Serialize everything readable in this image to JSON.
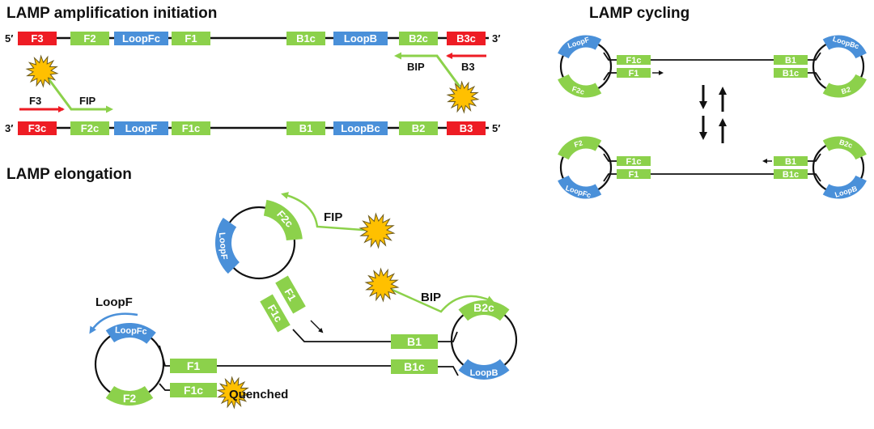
{
  "colors": {
    "red": "#ee1c24",
    "green": "#8cd14b",
    "blue": "#4a90d9",
    "star": "#ffc000",
    "star_stroke": "#6b5a1e",
    "strand": "#111111"
  },
  "panels": {
    "initiation": {
      "title": "LAMP amplification initiation",
      "top_strand": {
        "end_left": "5′",
        "end_right": "3′",
        "regions": [
          {
            "label": "F3",
            "type": "red"
          },
          {
            "label": "F2",
            "type": "green"
          },
          {
            "label": "LoopFc",
            "type": "blue"
          },
          {
            "label": "F1",
            "type": "green"
          },
          {
            "label": "B1c",
            "type": "green"
          },
          {
            "label": "LoopB",
            "type": "blue"
          },
          {
            "label": "B2c",
            "type": "green"
          },
          {
            "label": "B3c",
            "type": "red"
          }
        ]
      },
      "bottom_strand": {
        "end_left": "3′",
        "end_right": "5′",
        "regions": [
          {
            "label": "F3c",
            "type": "red"
          },
          {
            "label": "F2c",
            "type": "green"
          },
          {
            "label": "LoopF",
            "type": "blue"
          },
          {
            "label": "F1c",
            "type": "green"
          },
          {
            "label": "B1",
            "type": "green"
          },
          {
            "label": "LoopBc",
            "type": "blue"
          },
          {
            "label": "B2",
            "type": "green"
          },
          {
            "label": "B3",
            "type": "red"
          }
        ]
      },
      "primers": {
        "f3": "F3",
        "fip": "FIP",
        "bip": "BIP",
        "b3": "B3"
      }
    },
    "cycling": {
      "title": "LAMP cycling",
      "top": {
        "left_loop": {
          "top": "LoopF",
          "bottom": "F2c"
        },
        "left_stem": {
          "upper": "F1c",
          "lower": "F1"
        },
        "right_stem": {
          "upper": "B1",
          "lower": "B1c"
        },
        "right_loop": {
          "top": "LoopBc",
          "bottom": "B2"
        }
      },
      "bottom": {
        "left_loop": {
          "top": "F2",
          "bottom": "LoopFc"
        },
        "left_stem": {
          "upper": "F1c",
          "lower": "F1"
        },
        "right_stem": {
          "upper": "B1",
          "lower": "B1c"
        },
        "right_loop": {
          "top": "B2c",
          "bottom": "LoopB"
        }
      }
    },
    "elongation": {
      "title": "LAMP elongation",
      "upper_loop": {
        "top": "F2c",
        "left": "LoopF"
      },
      "upper_stem": {
        "a": "F1",
        "b": "F1c"
      },
      "right_stem": {
        "upper": "B1",
        "lower": "B1c"
      },
      "right_loop": {
        "top": "B2c",
        "bottom": "LoopB"
      },
      "left_loop": {
        "top": "LoopFc",
        "bottom": "F2"
      },
      "left_stem": {
        "upper": "F1",
        "lower": "F1c"
      },
      "primers": {
        "fip": "FIP",
        "bip": "BIP",
        "loopf": "LoopF"
      },
      "quenched": "Quenched"
    }
  }
}
